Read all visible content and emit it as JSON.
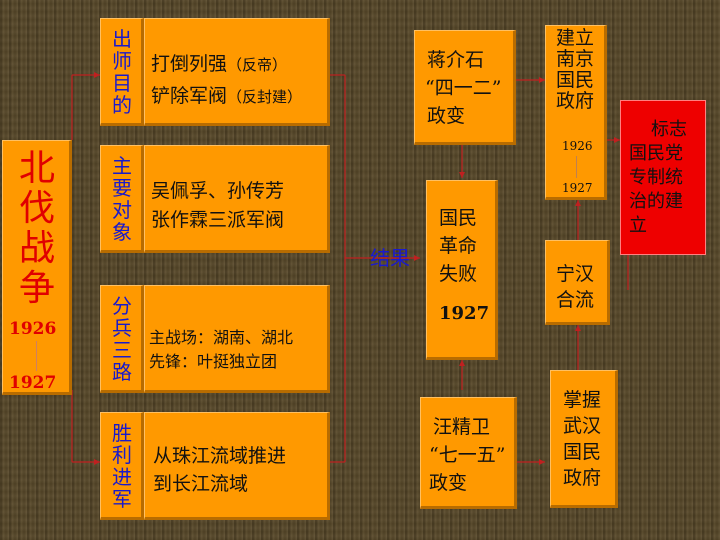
{
  "main_title": {
    "chars": [
      "北",
      "伐",
      "战",
      "争"
    ],
    "year_start": "1926",
    "year_end": "1927"
  },
  "purpose": {
    "label_chars": [
      "出",
      "师",
      "目",
      "的"
    ],
    "line1_main": "打倒列强",
    "line1_note": "（反帝）",
    "line2_main": "铲除军阀",
    "line2_note": "（反封建）"
  },
  "targets": {
    "label_chars": [
      "主",
      "要",
      "对",
      "象"
    ],
    "line1": "吴佩孚、孙传芳",
    "line2": "张作霖三派军阀"
  },
  "routes": {
    "label_chars": [
      "分",
      "兵",
      "三",
      "路"
    ],
    "line1": "主战场：湖南、湖北",
    "line2": "先锋：叶挺独立团"
  },
  "advance": {
    "label_chars": [
      "胜",
      "利",
      "进",
      "军"
    ],
    "line1": "从珠江流域推进",
    "line2": "到长江流域"
  },
  "result_label": "结果",
  "chiang_coup": {
    "line1": "蒋介石",
    "line2": "“四一二”",
    "line3": "政变"
  },
  "nanjing_gov": {
    "chars": [
      "建",
      "立",
      "南",
      "京",
      "国",
      "民",
      "政",
      "府"
    ],
    "year_start": "1926",
    "year_end": "1927"
  },
  "kmt_rule": {
    "line1": "标志",
    "line2": "国民党",
    "line3": "专制统",
    "line4": "治的建",
    "line5": "立"
  },
  "revolution_failure": {
    "line1": "国民",
    "line2": "革命",
    "line3": "失败",
    "year": "1927"
  },
  "ningHan": {
    "line1": "宁汉",
    "line2": "合流"
  },
  "wang_coup": {
    "line1": "汪精卫",
    "line2": "“七一五”",
    "line3": "政变"
  },
  "wuhan_gov": {
    "line1": "掌握",
    "line2": "武汉",
    "line3": "国民",
    "line4": "政府"
  },
  "colors": {
    "box": "#ff9900",
    "label_blue": "#1a1acc",
    "red_text": "#e00000",
    "red_box": "#ee0000",
    "connector": "#c02020"
  }
}
